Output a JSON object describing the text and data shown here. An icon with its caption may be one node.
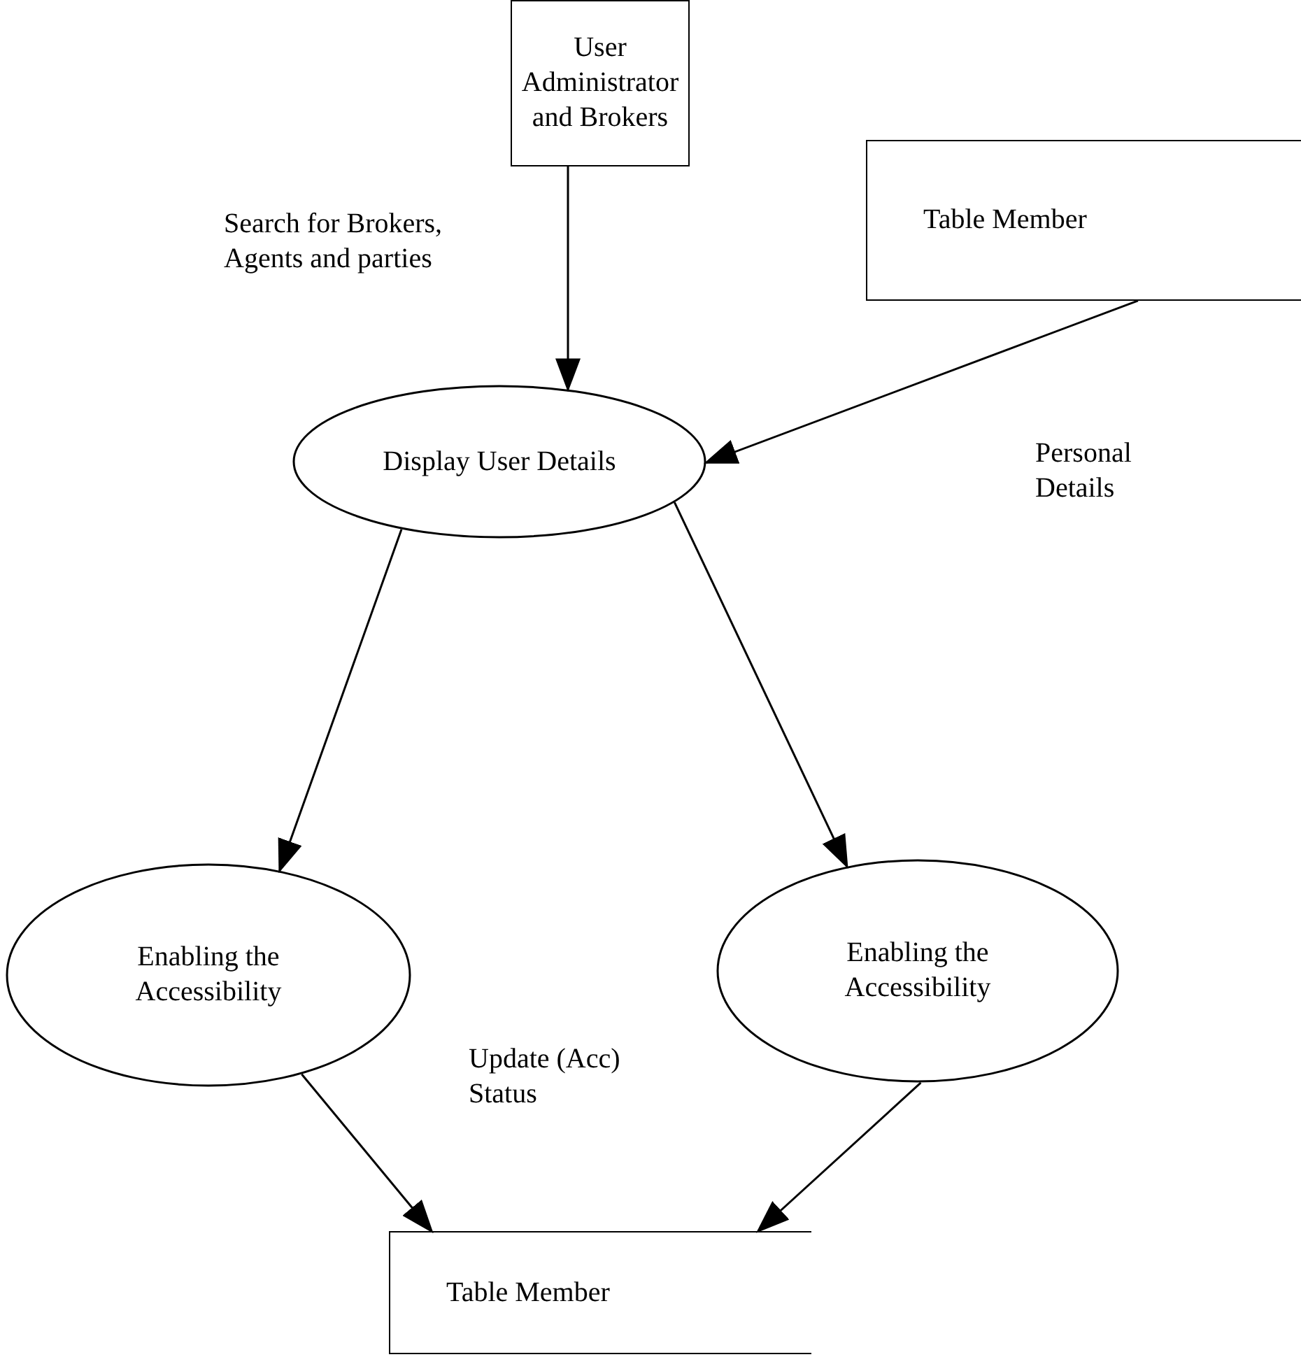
{
  "diagram": {
    "nodes": [
      {
        "text": [
          "User Administrator and Brokers"
        ]
      },
      {
        "text": [
          "Table Member"
        ]
      },
      {
        "text": [
          "Display User Details"
        ]
      },
      {
        "text": [
          "Enabling the Accessibility"
        ]
      },
      {
        "text": [
          "Enabling the Accessibility"
        ]
      },
      {
        "text": [
          "Table Member"
        ]
      }
    ],
    "edges": [
      {
        "from": 0,
        "to": 2,
        "arrow": "to",
        "label": "Search for Brokers, Agents and parties"
      },
      {
        "from": 1,
        "to": 2,
        "arrow": "to",
        "label": "Personal Details"
      },
      {
        "from": 2,
        "to": 3,
        "arrow": "to"
      },
      {
        "from": 2,
        "to": 4,
        "arrow": "to"
      },
      {
        "from": 3,
        "to": 5,
        "arrow": "to"
      },
      {
        "from": 4,
        "to": 5,
        "arrow": "to"
      }
    ],
    "labels": [
      "Update (Acc) Status"
    ]
  }
}
